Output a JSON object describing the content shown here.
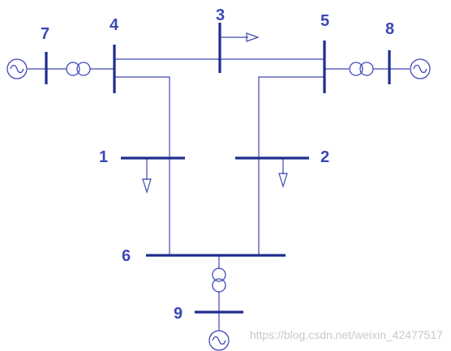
{
  "colors": {
    "line": "#3f48b5",
    "bus": "#1f2d8f",
    "label": "#3a48b4",
    "watermark": "#c9c9c9",
    "background": "#ffffff"
  },
  "buses": {
    "b1": "1",
    "b2": "2",
    "b3": "3",
    "b4": "4",
    "b5": "5",
    "b6": "6",
    "b7": "7",
    "b8": "8",
    "b9": "9"
  },
  "icons": {
    "generator": "generator-icon",
    "transformer": "transformer-icon",
    "load": "load-arrow-icon"
  },
  "watermark": "https://blog.csdn.net/weixin_42477517"
}
